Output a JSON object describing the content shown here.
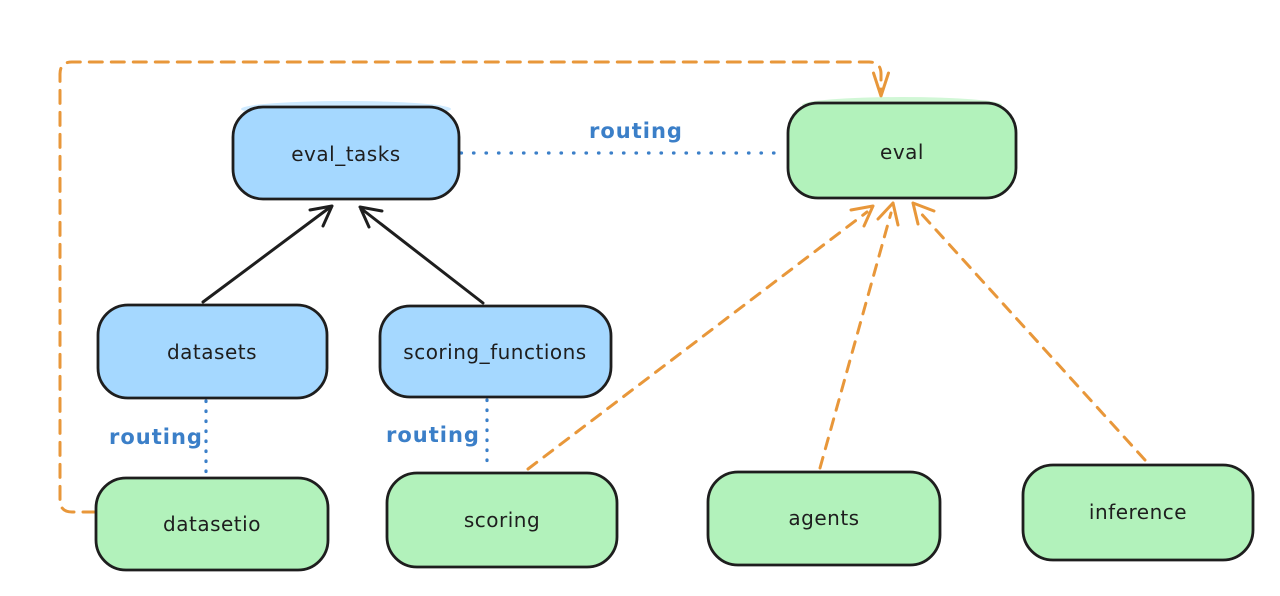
{
  "diagram": {
    "description": "Provider routing diagram with API boxes (blue) and provider/impl boxes (green)",
    "colors": {
      "blue_fill": "#a5d8ff",
      "green_fill": "#b2f2bb",
      "stroke": "#1e1e1e",
      "orange": "#e8973a",
      "routing_blue": "#3b7fc8",
      "background": "#ffffff"
    },
    "nodes": {
      "eval_tasks": {
        "label": "eval_tasks",
        "color_role": "blue"
      },
      "eval": {
        "label": "eval",
        "color_role": "green"
      },
      "datasets": {
        "label": "datasets",
        "color_role": "blue"
      },
      "scoring_functions": {
        "label": "scoring_functions",
        "color_role": "blue"
      },
      "datasetio": {
        "label": "datasetio",
        "color_role": "green"
      },
      "scoring": {
        "label": "scoring",
        "color_role": "green"
      },
      "agents": {
        "label": "agents",
        "color_role": "green"
      },
      "inference": {
        "label": "inference",
        "color_role": "green"
      }
    },
    "edges": [
      {
        "from": "datasets",
        "to": "eval_tasks",
        "style": "solid-arrow",
        "color": "black",
        "label": ""
      },
      {
        "from": "scoring_functions",
        "to": "eval_tasks",
        "style": "solid-arrow",
        "color": "black",
        "label": ""
      },
      {
        "from": "eval_tasks",
        "to": "eval",
        "style": "dotted",
        "color": "blue",
        "label": "routing"
      },
      {
        "from": "datasets",
        "to": "datasetio",
        "style": "dotted",
        "color": "blue",
        "label": "routing"
      },
      {
        "from": "scoring_functions",
        "to": "scoring",
        "style": "dotted",
        "color": "blue",
        "label": "routing"
      },
      {
        "from": "datasetio",
        "to": "eval",
        "style": "dashed-arrow",
        "color": "orange",
        "label": ""
      },
      {
        "from": "scoring",
        "to": "eval",
        "style": "dashed-arrow",
        "color": "orange",
        "label": ""
      },
      {
        "from": "agents",
        "to": "eval",
        "style": "dashed-arrow",
        "color": "orange",
        "label": ""
      },
      {
        "from": "inference",
        "to": "eval",
        "style": "dashed-arrow",
        "color": "orange",
        "label": ""
      }
    ]
  }
}
